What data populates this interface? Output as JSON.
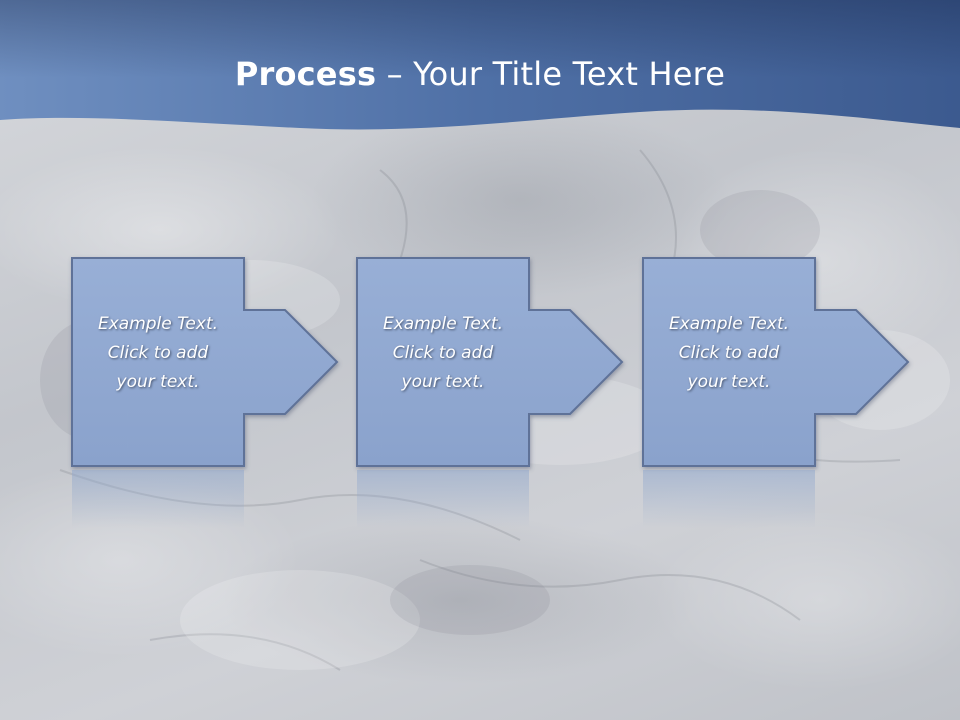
{
  "title": {
    "bold": "Process",
    "rest": " – Your Title Text Here"
  },
  "steps": [
    {
      "lines": [
        "Example Text.",
        "Click  to add",
        "your text."
      ]
    },
    {
      "lines": [
        "Example Text.",
        "Click  to add",
        "your text."
      ]
    },
    {
      "lines": [
        "Example Text.",
        "Click  to add",
        "your text."
      ]
    }
  ],
  "colors": {
    "header_dark": "#3b5a8e",
    "header_light": "#6b8cbf",
    "step_fill": "#8ea6cf",
    "step_stroke": "#5b6f95",
    "title_text": "#ffffff"
  }
}
